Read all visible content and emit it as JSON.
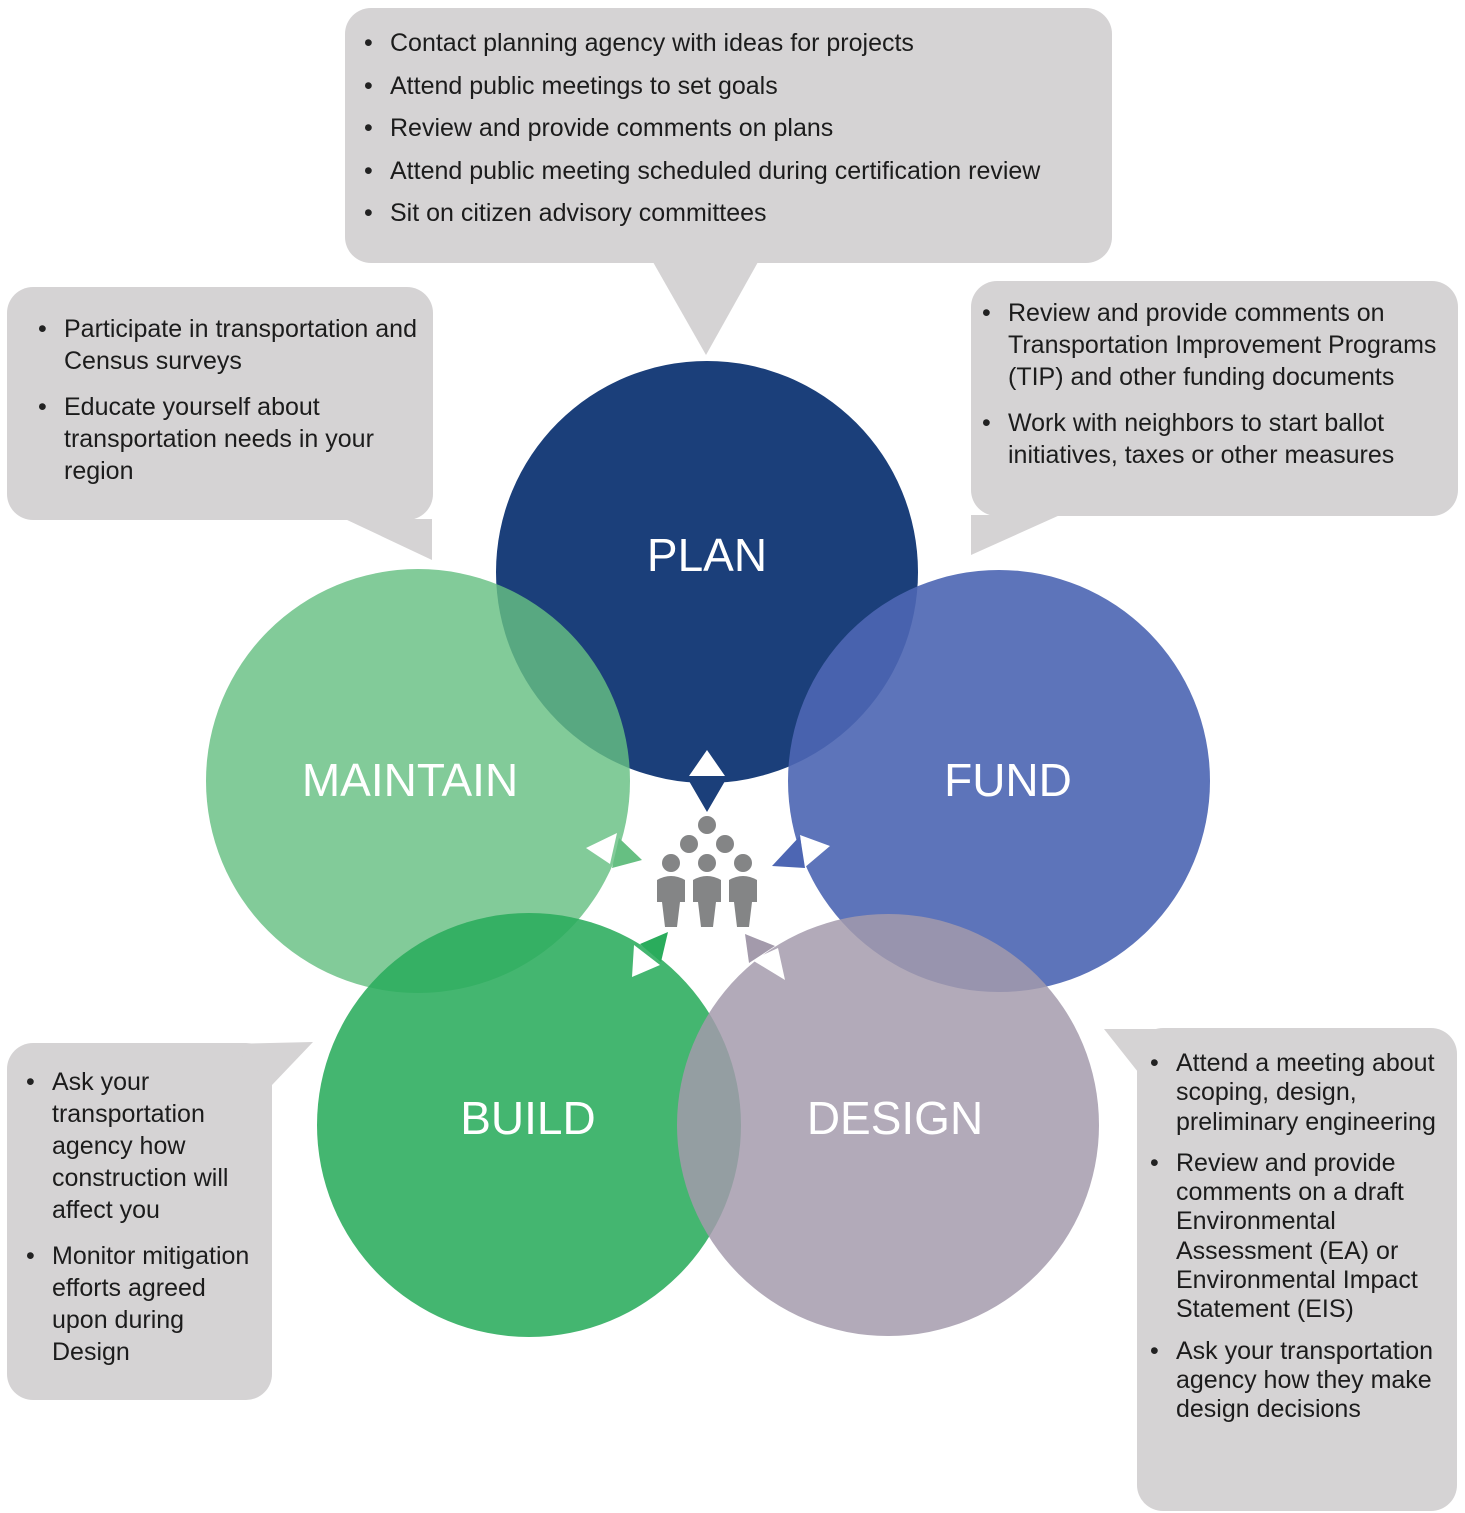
{
  "stages": {
    "plan": {
      "label": "PLAN",
      "color": "#1b3f7a"
    },
    "fund": {
      "label": "FUND",
      "color": "#4d66b3"
    },
    "design": {
      "label": "DESIGN",
      "color": "#a39aab"
    },
    "build": {
      "label": "BUILD",
      "color": "#2aac5c"
    },
    "maintain": {
      "label": "MAINTAIN",
      "color": "#66bf82"
    }
  },
  "callouts": {
    "plan": {
      "items": [
        "Contact planning agency with ideas for projects",
        "Attend public meetings to set goals",
        "Review and provide comments on plans",
        "Attend public meeting scheduled during certification review",
        "Sit on citizen advisory committees"
      ]
    },
    "maintain": {
      "items": [
        "Participate in transportation and Census surveys",
        "Educate yourself about transportation needs in your region"
      ]
    },
    "fund": {
      "items": [
        "Review and provide comments on Transportation Improvement Programs (TIP) and other funding documents",
        "Work with neighbors to start ballot initiatives, taxes or other measures"
      ]
    },
    "build": {
      "items": [
        "Ask your transportation agency how construction will affect you",
        "Monitor mitigation efforts agreed upon during Design"
      ]
    },
    "design": {
      "items": [
        "Attend a meeting about scoping, design, preliminary engineering",
        "Review and provide comments on a draft Environmental Assessment (EA) or Environmental Impact Statement (EIS)",
        "Ask your transportation agency how they make design decisions"
      ]
    }
  },
  "center_icon": "people-group-icon",
  "colors": {
    "callout_bg": "#d5d3d4",
    "icon_gray": "#848586",
    "text_white": "#ffffff",
    "text_dark": "#1c1c1c"
  }
}
